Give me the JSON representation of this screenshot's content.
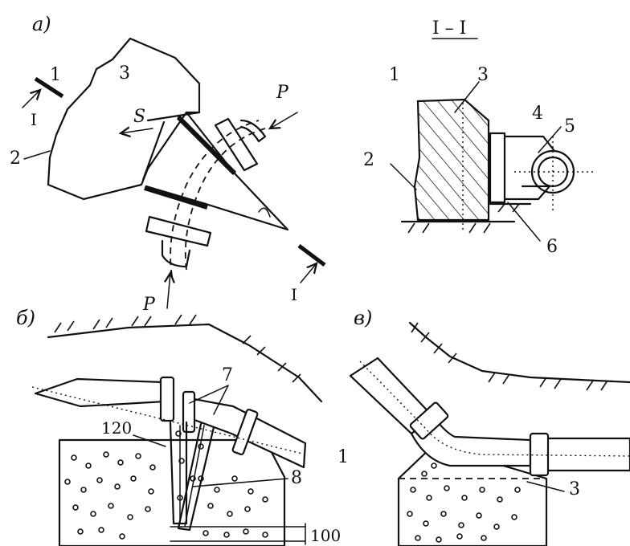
{
  "panel_a": {
    "letter": "а)",
    "labels": {
      "n1": "1",
      "n2": "2",
      "n3": "3",
      "s": "S",
      "p_top": "P",
      "p_bottom": "P",
      "section_top": "I",
      "section_bottom": "I"
    }
  },
  "section_view": {
    "title": "I – I",
    "labels": {
      "n1": "1",
      "n2": "2",
      "n3": "3",
      "n4": "4",
      "n5": "5",
      "n6": "6"
    }
  },
  "panel_b": {
    "letter": "б)",
    "labels": {
      "n7": "7",
      "n8": "8",
      "n1": "1"
    },
    "dims": {
      "d120": "120",
      "d100": "100"
    }
  },
  "panel_v": {
    "letter": "в)",
    "labels": {
      "n3": "3"
    }
  }
}
